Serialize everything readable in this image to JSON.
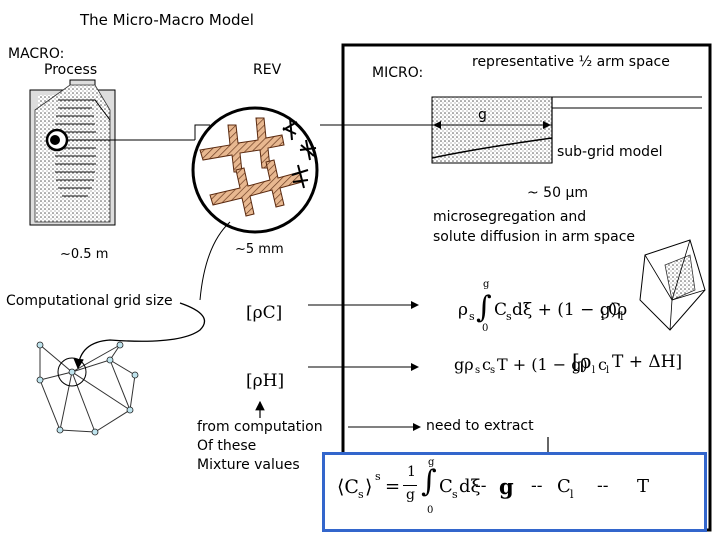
{
  "title": "The Micro-Macro Model",
  "macro": {
    "heading": "MACRO:",
    "sub": "Process",
    "scale": "~0.5 m"
  },
  "rev": {
    "label": "REV",
    "scale": "~5 mm"
  },
  "micro": {
    "heading": "MICRO:",
    "arm_space": "representative ½ arm space",
    "g_label": "g",
    "subgrid": "sub-grid model",
    "scale": "~ 50 μm",
    "desc_line1": "microsegregation and",
    "desc_line2": "solute diffusion in arm space"
  },
  "grid": {
    "label": "Computational grid size"
  },
  "equations": {
    "rhoC": "[ρC]",
    "rhoH": "[ρH]",
    "eq_C_rho_s": "ρ",
    "eq_C_sub_s": "s",
    "eq_C_integral": "∫",
    "eq_C_lim_top": "g",
    "eq_C_lim_bot": "0",
    "eq_C_body": "C",
    "eq_C_body_sub": "s",
    "eq_C_rest": "dξ + (1 − g)ρ",
    "eq_C_rest_sub": "l",
    "eq_C_tail": "C",
    "eq_C_tail_sub": "l",
    "eq_H_main": "gρ",
    "eq_H_s1": "s",
    "eq_H_c": "c",
    "eq_H_s2": "s",
    "eq_H_T": "T + (1 − g)",
    "eq_H_bracket": "[ρ",
    "eq_H_l1": "l",
    "eq_H_c2": "c",
    "eq_H_l2": "l",
    "eq_H_end": "T + ΔH]"
  },
  "notes": {
    "from_line1": "from computation",
    "from_line2": "Of these",
    "from_line3": "Mixture values",
    "extract": "need to extract"
  },
  "extract_box": {
    "lhs": "⟨C",
    "lhs_sub": "s",
    "lhs_close": "⟩",
    "lhs_sup": "s",
    "eq": "=",
    "frac_num": "1",
    "frac_den": "g",
    "integral": "∫",
    "lim_top": "g",
    "lim_bot": "0",
    "body": "C",
    "body_sub": "s",
    "d": "dξ",
    "sep1": "--",
    "g": "g",
    "sep2": "--",
    "cl": "C",
    "cl_sub": "l",
    "sep3": "--",
    "T": "T",
    "border_color": "#3366cc"
  }
}
